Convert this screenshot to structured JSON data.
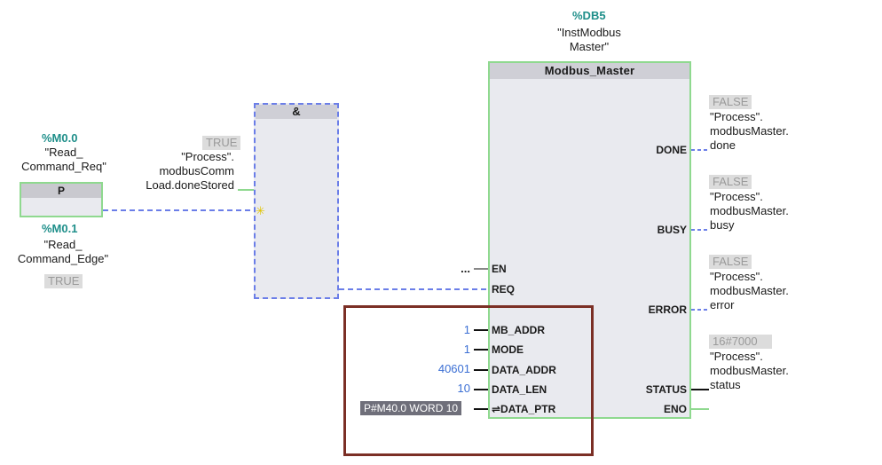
{
  "instance": {
    "addr": "%DB5",
    "name": "\"InstModbus\nMaster\""
  },
  "edge_contact": {
    "header": "P",
    "top_addr": "%M0.0",
    "top_name": "\"Read_\nCommand_Req\"",
    "bottom_addr": "%M0.1",
    "bottom_name": "\"Read_\nCommand_Edge\"",
    "bottom_value": "TRUE"
  },
  "and_block": {
    "header": "&",
    "input_value": "TRUE",
    "input_name": "\"Process\".\nmodbusComm\nLoad.doneStored"
  },
  "modbus_block": {
    "title": "Modbus_Master",
    "inputs": [
      {
        "pin": "EN",
        "value": "..."
      },
      {
        "pin": "REQ",
        "value": ""
      },
      {
        "pin": "MB_ADDR",
        "value": "1"
      },
      {
        "pin": "MODE",
        "value": "1"
      },
      {
        "pin": "DATA_ADDR",
        "value": "40601"
      },
      {
        "pin": "DATA_LEN",
        "value": "10"
      },
      {
        "pin": "⇌DATA_PTR",
        "value": "P#M40.0 WORD 10"
      }
    ],
    "outputs": [
      {
        "pin": "DONE",
        "value": "FALSE",
        "name": "\"Process\".\nmodbusMaster.\ndone"
      },
      {
        "pin": "BUSY",
        "value": "FALSE",
        "name": "\"Process\".\nmodbusMaster.\nbusy"
      },
      {
        "pin": "ERROR",
        "value": "FALSE",
        "name": "\"Process\".\nmodbusMaster.\nerror"
      },
      {
        "pin": "STATUS",
        "value": "16#7000",
        "name": "\"Process\".\nmodbusMaster.\nstatus"
      },
      {
        "pin": "ENO",
        "value": "",
        "name": ""
      }
    ]
  },
  "colors": {
    "tag_address": "#1f8f8a",
    "wire_active": "#6b7ee8",
    "block_border": "#8fd98f",
    "highlight_frame": "#7b2f25",
    "constant": "#3b6fd4"
  }
}
